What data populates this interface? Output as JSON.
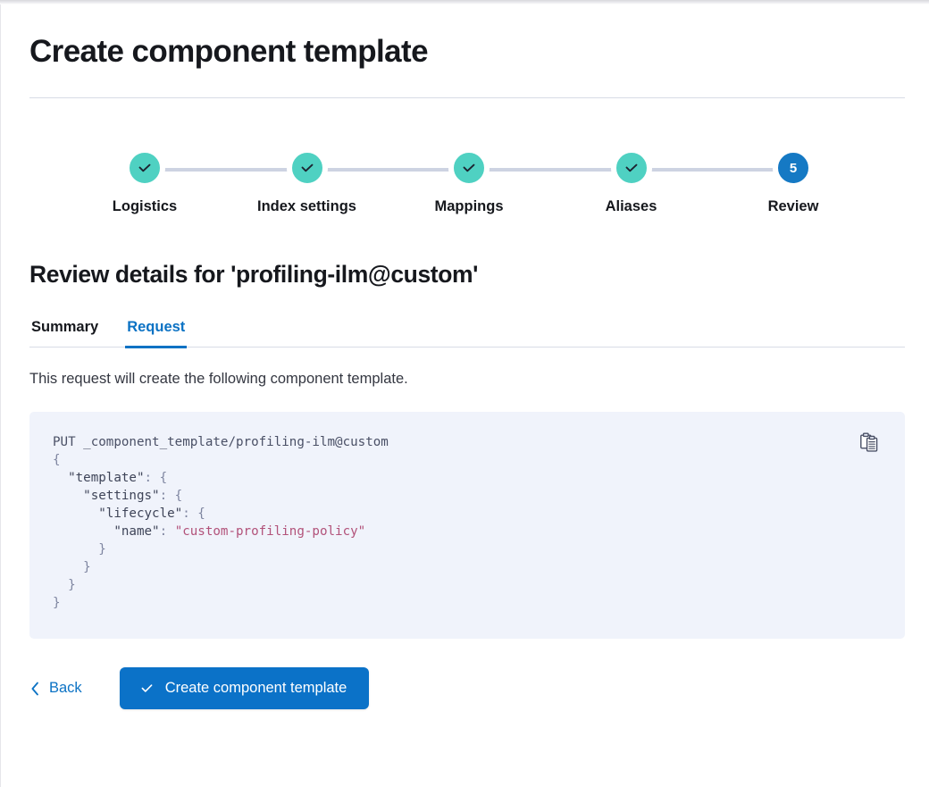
{
  "page": {
    "title": "Create component template"
  },
  "stepper": {
    "steps": [
      {
        "label": "Logistics",
        "state": "done",
        "number": "1",
        "icon": "check-icon"
      },
      {
        "label": "Index settings",
        "state": "done",
        "number": "2",
        "icon": "check-icon"
      },
      {
        "label": "Mappings",
        "state": "done",
        "number": "3",
        "icon": "check-icon"
      },
      {
        "label": "Aliases",
        "state": "done",
        "number": "4",
        "icon": "check-icon"
      },
      {
        "label": "Review",
        "state": "current",
        "number": "5",
        "icon": ""
      }
    ],
    "colors": {
      "done": "#4fd1c2",
      "current": "#1579c4",
      "connector": "#cdd3e2"
    }
  },
  "section": {
    "title": "Review details for 'profiling-ilm@custom'"
  },
  "tabs": [
    {
      "label": "Summary",
      "active": false
    },
    {
      "label": "Request",
      "active": true
    }
  ],
  "request": {
    "description": "This request will create the following component template.",
    "method_line": "PUT _component_template/profiling-ilm@custom",
    "lines": [
      {
        "indent": 0,
        "text": "{"
      },
      {
        "indent": 1,
        "key": "\"template\"",
        "suffix": ": {"
      },
      {
        "indent": 2,
        "key": "\"settings\"",
        "suffix": ": {"
      },
      {
        "indent": 3,
        "key": "\"lifecycle\"",
        "suffix": ": {"
      },
      {
        "indent": 4,
        "key": "\"name\"",
        "suffix": ": ",
        "value": "\"custom-profiling-policy\""
      },
      {
        "indent": 3,
        "text": "}"
      },
      {
        "indent": 2,
        "text": "}"
      },
      {
        "indent": 1,
        "text": "}"
      },
      {
        "indent": 0,
        "text": "}"
      }
    ],
    "code_text": "PUT _component_template/profiling-ilm@custom\n{\n  \"template\": {\n    \"settings\": {\n      \"lifecycle\": {\n        \"name\": \"custom-profiling-policy\"\n      }\n    }\n  }\n}",
    "copy_icon": "copy-clipboard-icon",
    "background": "#f0f3fb",
    "string_color": "#b2527a"
  },
  "footer": {
    "back_label": "Back",
    "submit_label": "Create component template",
    "primary_color": "#0b72c8"
  }
}
